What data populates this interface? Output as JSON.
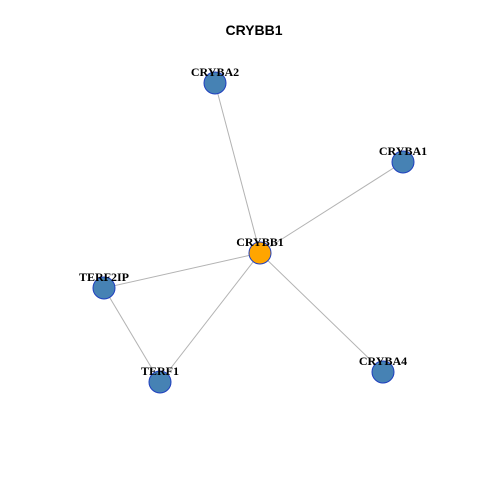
{
  "title": "CRYBB1",
  "colors": {
    "center_fill": "#ffa500",
    "node_fill": "#4682b4",
    "node_border": "#1f3fbf",
    "edge": "#b3b3b3"
  },
  "nodes": [
    {
      "id": "CRYBB1",
      "label": "CRYBB1",
      "center": true
    },
    {
      "id": "CRYBA2",
      "label": "CRYBA2",
      "center": false
    },
    {
      "id": "CRYBA1",
      "label": "CRYBA1",
      "center": false
    },
    {
      "id": "TERF2IP",
      "label": "TERF2IP",
      "center": false
    },
    {
      "id": "TERF1",
      "label": "TERF1",
      "center": false
    },
    {
      "id": "CRYBA4",
      "label": "CRYBA4",
      "center": false
    }
  ],
  "edges": [
    {
      "source": "CRYBB1",
      "target": "CRYBA2"
    },
    {
      "source": "CRYBB1",
      "target": "CRYBA1"
    },
    {
      "source": "CRYBB1",
      "target": "TERF2IP"
    },
    {
      "source": "CRYBB1",
      "target": "TERF1"
    },
    {
      "source": "CRYBB1",
      "target": "CRYBA4"
    },
    {
      "source": "TERF2IP",
      "target": "TERF1"
    }
  ]
}
